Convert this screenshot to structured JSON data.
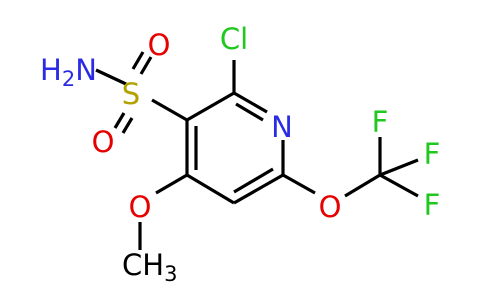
{
  "molecule": {
    "atoms": {
      "amine": {
        "text": "H",
        "sub": "2",
        "tail": "N",
        "color": "#2B2BE6"
      },
      "sulfur": {
        "text": "S",
        "color": "#B3A100"
      },
      "oxygen_top": {
        "text": "O",
        "color": "#E60000"
      },
      "oxygen_bottom": {
        "text": "O",
        "color": "#E60000"
      },
      "chlorine": {
        "text": "Cl",
        "color": "#1FC81F"
      },
      "nitrogen": {
        "text": "N",
        "color": "#2B2BE6"
      },
      "oxygen_methoxy": {
        "text": "O",
        "color": "#E60000"
      },
      "methyl": {
        "text": "CH",
        "sub": "3",
        "color": "#000000"
      },
      "oxygen_ether": {
        "text": "O",
        "color": "#E60000"
      },
      "fluorine_top": {
        "text": "F",
        "color": "#1FC81F"
      },
      "fluorine_mid": {
        "text": "F",
        "color": "#1FC81F"
      },
      "fluorine_bottom": {
        "text": "F",
        "color": "#1FC81F"
      }
    }
  }
}
